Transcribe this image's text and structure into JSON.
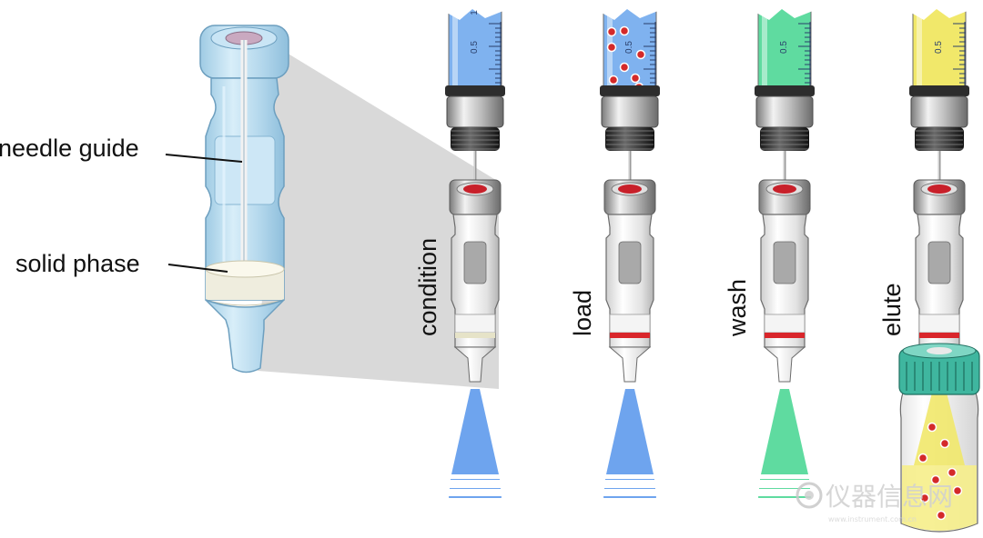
{
  "callouts": {
    "needle_guide": "needle guide",
    "solid_phase": "solid phase"
  },
  "steps": [
    {
      "label": "condition",
      "liquid_color": "#7fb2ef",
      "spray_color": "#6ea4ee",
      "has_analyte": false,
      "has_spray": true,
      "ticks": [
        "1",
        "0.5"
      ]
    },
    {
      "label": "load",
      "liquid_color": "#7fb2ef",
      "spray_color": "#6ea4ee",
      "has_analyte": true,
      "has_spray": true,
      "ticks": [
        "0.5"
      ]
    },
    {
      "label": "wash",
      "liquid_color": "#5fdba0",
      "spray_color": "#5fdba0",
      "has_analyte": false,
      "has_spray": true,
      "ticks": [
        "0.5"
      ]
    },
    {
      "label": "elute",
      "liquid_color": "#f1e86a",
      "spray_color": "#f1e86a",
      "has_analyte": false,
      "has_spray": false,
      "ticks": [
        "0.5"
      ]
    }
  ],
  "collection_vial": {
    "cap_color": "#3fb69f",
    "liquid_color": "#f6ee8a"
  },
  "watermark": {
    "text": "仪器信息网",
    "url": "www.instrument.com.cn"
  },
  "colors": {
    "cartridge": "#b9dcef",
    "disk": "#efedde",
    "zoom_wedge": "#d9d9d9",
    "analyte": "#d42a2a",
    "band": "#d9262b"
  }
}
